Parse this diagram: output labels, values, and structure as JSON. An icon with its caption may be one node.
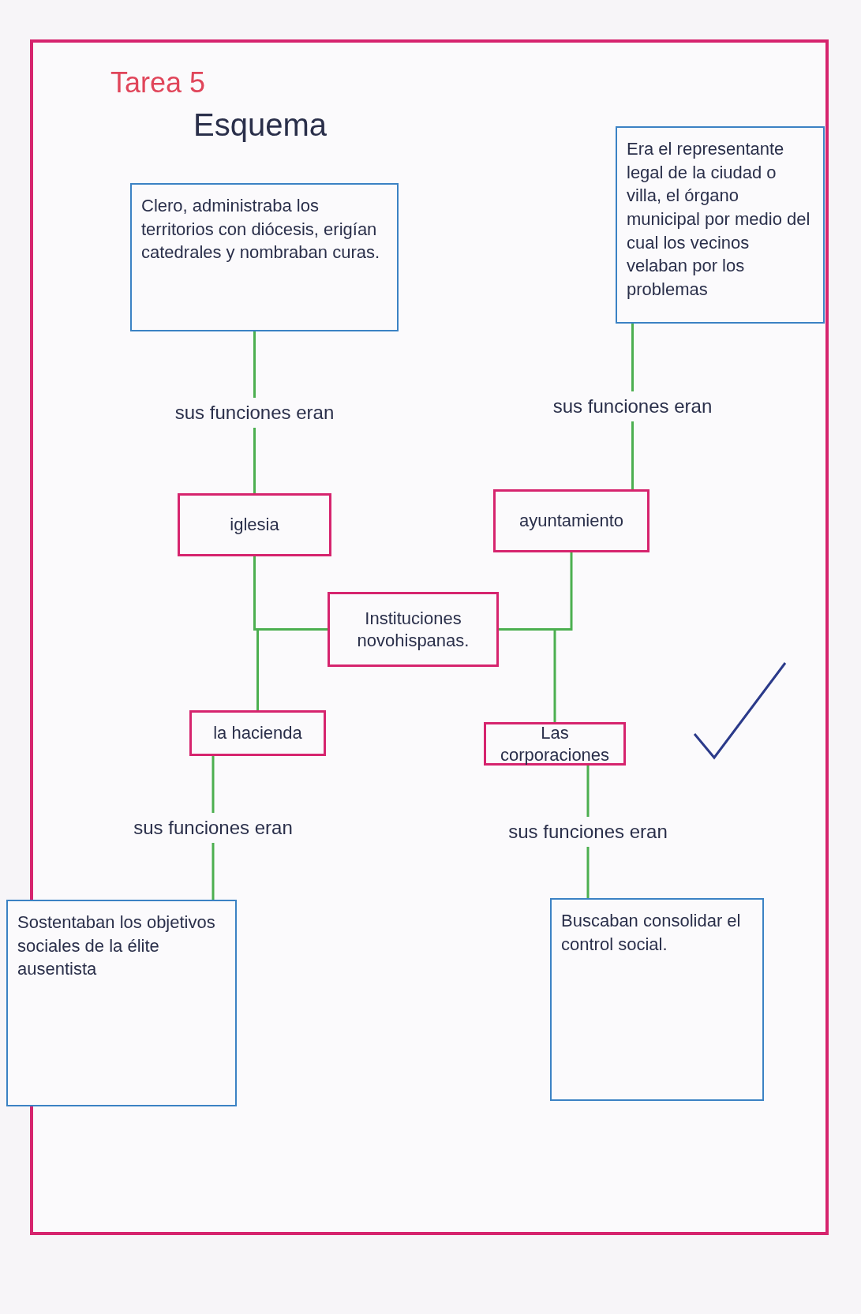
{
  "diagram": {
    "title": "Esquema",
    "nodes": [
      {
        "text": [
          "Clero, administraba los territorios con diócesis, erigían catedrales y nombraban curas."
        ]
      },
      {
        "text": [
          "Era el representante legal de la ciudad o villa, el órgano municipal por medio del cual los vecinos velaban por los problemas"
        ]
      },
      {
        "text": [
          "iglesia"
        ]
      },
      {
        "text": [
          "ayuntamiento"
        ]
      },
      {
        "text": [
          "Instituciones novohispanas."
        ]
      },
      {
        "text": [
          "la hacienda"
        ]
      },
      {
        "text": [
          "Las corporaciones"
        ]
      },
      {
        "text": [
          "Sostentaban los objetivos sociales de la élite ausentista"
        ]
      },
      {
        "text": [
          "Buscaban consolidar el control social."
        ]
      }
    ],
    "edges": [
      {
        "from": 0,
        "to": 2,
        "arrow": "none",
        "label": "sus funciones eran"
      },
      {
        "from": 1,
        "to": 3,
        "arrow": "none",
        "label": "sus funciones eran"
      },
      {
        "from": 4,
        "to": 2,
        "arrow": "none"
      },
      {
        "from": 4,
        "to": 3,
        "arrow": "none"
      },
      {
        "from": 4,
        "to": 5,
        "arrow": "none"
      },
      {
        "from": 4,
        "to": 6,
        "arrow": "none"
      },
      {
        "from": 5,
        "to": 7,
        "arrow": "none",
        "label": "sus funciones eran"
      },
      {
        "from": 6,
        "to": 8,
        "arrow": "none",
        "label": "sus funciones eran"
      }
    ],
    "labels": [
      "Tarea 5"
    ]
  }
}
